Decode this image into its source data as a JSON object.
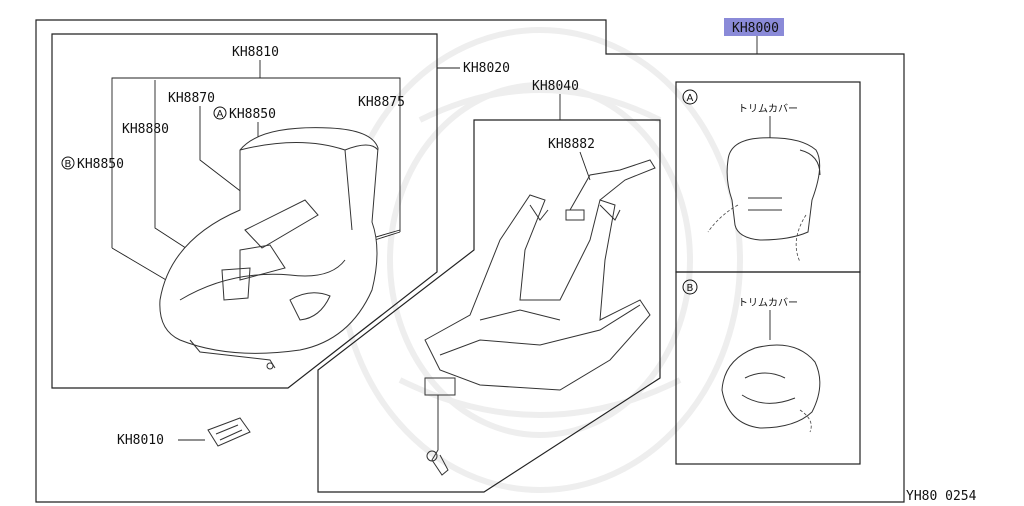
{
  "labels": {
    "main": "KH8000",
    "base": "KH8020",
    "seat": "KH8810",
    "part_8870": "KH8870",
    "part_8850_a": "KH8850",
    "part_8875": "KH8875",
    "part_8880": "KH8880",
    "part_8850_b": "KH8850",
    "base_assy": "KH8040",
    "belt": "KH8882",
    "clip": "KH8010",
    "diagram_code": "YH80 0254"
  },
  "variants": {
    "a_marker": "A",
    "b_marker": "B",
    "a_caption": "トリムカバー",
    "b_caption": "トリムカバー"
  },
  "colors": {
    "highlight": "#8a8ad8",
    "line": "#222222"
  }
}
